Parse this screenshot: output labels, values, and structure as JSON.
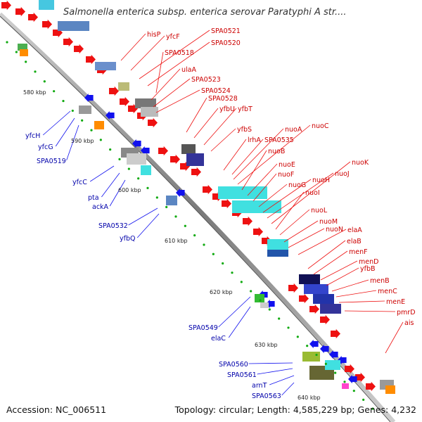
{
  "header": {
    "title": "Salmonella enterica subsp. enterica serovar Paratyphi A str...."
  },
  "footer": {
    "accession_label": "Accession: NC_006511",
    "topology_label": "Topology: circular;",
    "length_label": "Length: 4,585,229 bp;",
    "genes_label": "Genes: 4,232"
  },
  "ticks": [
    {
      "label": "580 kbp"
    },
    {
      "label": "590 kbp"
    },
    {
      "label": "600 kbp"
    },
    {
      "label": "610 kbp"
    },
    {
      "label": "620 kbp"
    },
    {
      "label": "630 kbp"
    },
    {
      "label": "640 kbp"
    }
  ],
  "genes_red": [
    {
      "label": "hisP"
    },
    {
      "label": "yfcF"
    },
    {
      "label": "SPA0521"
    },
    {
      "label": "SPA0520"
    },
    {
      "label": "SPA0518"
    },
    {
      "label": "ulaA"
    },
    {
      "label": "SPA0523"
    },
    {
      "label": "SPA0524"
    },
    {
      "label": "SPA0528"
    },
    {
      "label": "yfbU"
    },
    {
      "label": "yfbT"
    },
    {
      "label": "yfbS"
    },
    {
      "label": "lrhA"
    },
    {
      "label": "SPA0535"
    },
    {
      "label": "nuoA"
    },
    {
      "label": "nuoC"
    },
    {
      "label": "nuoB"
    },
    {
      "label": "nuoE"
    },
    {
      "label": "nuoF"
    },
    {
      "label": "nuoG"
    },
    {
      "label": "nuoH"
    },
    {
      "label": "nuoJ"
    },
    {
      "label": "nuoK"
    },
    {
      "label": "nuoI"
    },
    {
      "label": "nuoL"
    },
    {
      "label": "nuoM"
    },
    {
      "label": "nuoN"
    },
    {
      "label": "elaA"
    },
    {
      "label": "elaB"
    },
    {
      "label": "menF"
    },
    {
      "label": "menD"
    },
    {
      "label": "yfbB"
    },
    {
      "label": "menB"
    },
    {
      "label": "menC"
    },
    {
      "label": "menE"
    },
    {
      "label": "pmrD"
    },
    {
      "label": "ais"
    }
  ],
  "genes_blue": [
    {
      "label": "yfcH"
    },
    {
      "label": "yfcG"
    },
    {
      "label": "SPA0519"
    },
    {
      "label": "yfcC"
    },
    {
      "label": "pta"
    },
    {
      "label": "ackA"
    },
    {
      "label": "SPA0532"
    },
    {
      "label": "yfbQ"
    },
    {
      "label": "SPA0549"
    },
    {
      "label": "elaC"
    },
    {
      "label": "SPA0560"
    },
    {
      "label": "SPA0561"
    },
    {
      "label": "arnT"
    },
    {
      "label": "SPA0563"
    }
  ],
  "colors": {
    "forward_gene": "#ee1111",
    "reverse_gene": "#1111ee",
    "backbone": "#999999",
    "tick": "#11aa11",
    "label_red": "#cc0000",
    "label_blue": "#0000aa"
  }
}
